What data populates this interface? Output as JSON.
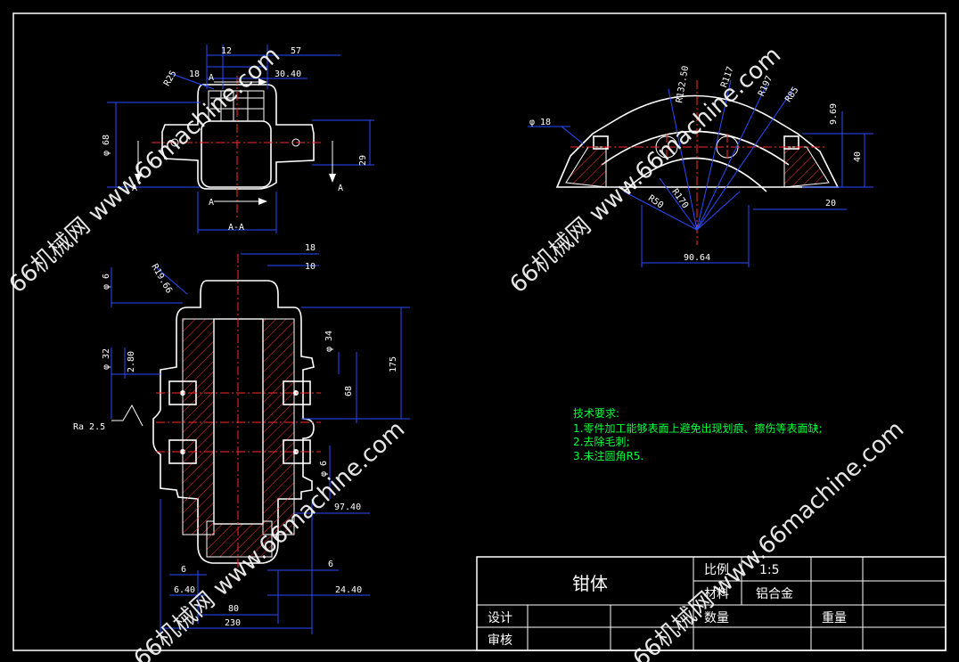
{
  "title_block": {
    "part_name": "钳体",
    "scale_label": "比例",
    "scale_value": "1:5",
    "material_label": "材料",
    "material_value": "铝合金",
    "designer_label": "设计",
    "reviewer_label": "审核",
    "quantity_label": "数量",
    "weight_label": "重量"
  },
  "tech_requirements": {
    "heading": "技术要求:",
    "items": [
      "1.零件加工能够表面上避免出现划痕、擦伤等表面缺;",
      "2.去除毛刺;",
      "3.未注圆角R5."
    ]
  },
  "section_view": {
    "section_label": "A-A",
    "cut_labels": [
      "A",
      "A",
      "A",
      "A"
    ],
    "dims": {
      "d12": "12",
      "d57": "57",
      "d18": "18",
      "d30_40": "30.40",
      "r25": "R25",
      "phi68": "φ 68",
      "d29": "29"
    }
  },
  "front_view": {
    "dims": {
      "d18": "18",
      "d10": "10",
      "phi6_top": "φ 6",
      "r19_66": "R19.66",
      "phi32": "φ 32",
      "d2_80": "2.80",
      "ra": "Ra 2.5",
      "phi34": "φ 34",
      "d175": "175",
      "d68": "68",
      "phi6_bot": "φ 6",
      "d97_40": "97.40",
      "d6_left": "6",
      "d6_40": "6.40",
      "d6_right": "6",
      "d24_40": "24.40",
      "d80": "80",
      "d230": "230"
    }
  },
  "side_view": {
    "dims": {
      "phi18": "φ 18",
      "r132_50": "R132.50",
      "r117": "R117",
      "r197": "R197",
      "r85": "R85",
      "d9_69": "9.69",
      "d40": "40",
      "d20": "20",
      "r170": "R170",
      "r50": "R50",
      "d90_64": "90.64"
    }
  },
  "watermark": "66机械网 www.66machine.com",
  "colors": {
    "background": "#000000",
    "outline": "#ffffff",
    "dimension": "#2a4cff",
    "centerline": "#ff2a2a",
    "notes": "#00ff3c"
  }
}
